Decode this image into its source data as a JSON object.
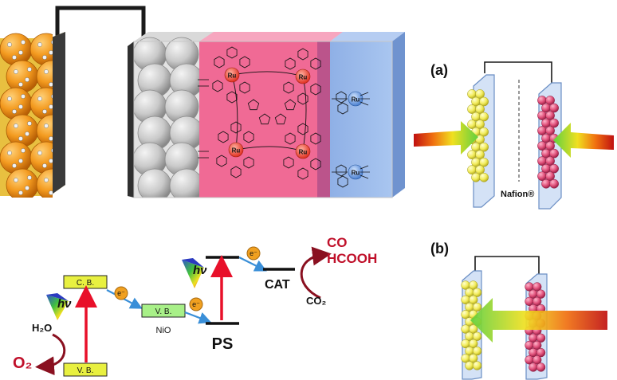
{
  "panels": {
    "a_label": "(a)",
    "b_label": "(b)",
    "membrane_label": "Nafion®"
  },
  "energy_diagram": {
    "cb_label": "C. B.",
    "vb_label": "V. B.",
    "nio_vb_label": "V. B.",
    "nio_label": "NiO",
    "ps_label": "PS",
    "cat_label": "CAT",
    "electron_label": "e⁻",
    "hv_label": "hν",
    "water_label": "H₂O",
    "oxygen_label": "O₂",
    "co2_label": "CO₂",
    "product_co": "CO",
    "product_hcooh": "HCOOH"
  },
  "molecule": {
    "metal_label": "Ru"
  },
  "colors": {
    "orange_particle": "#f39a1f",
    "grey_particle": "#c8c8c8",
    "dye_layer": "#f06a95",
    "electrolyte": "#8fb4e8",
    "level_yellow": "#e8f040",
    "level_green": "#a8f088",
    "product_red": "#c0102a",
    "arrow_red": "#e8102a",
    "arrow_blue": "#3a8fd8"
  }
}
